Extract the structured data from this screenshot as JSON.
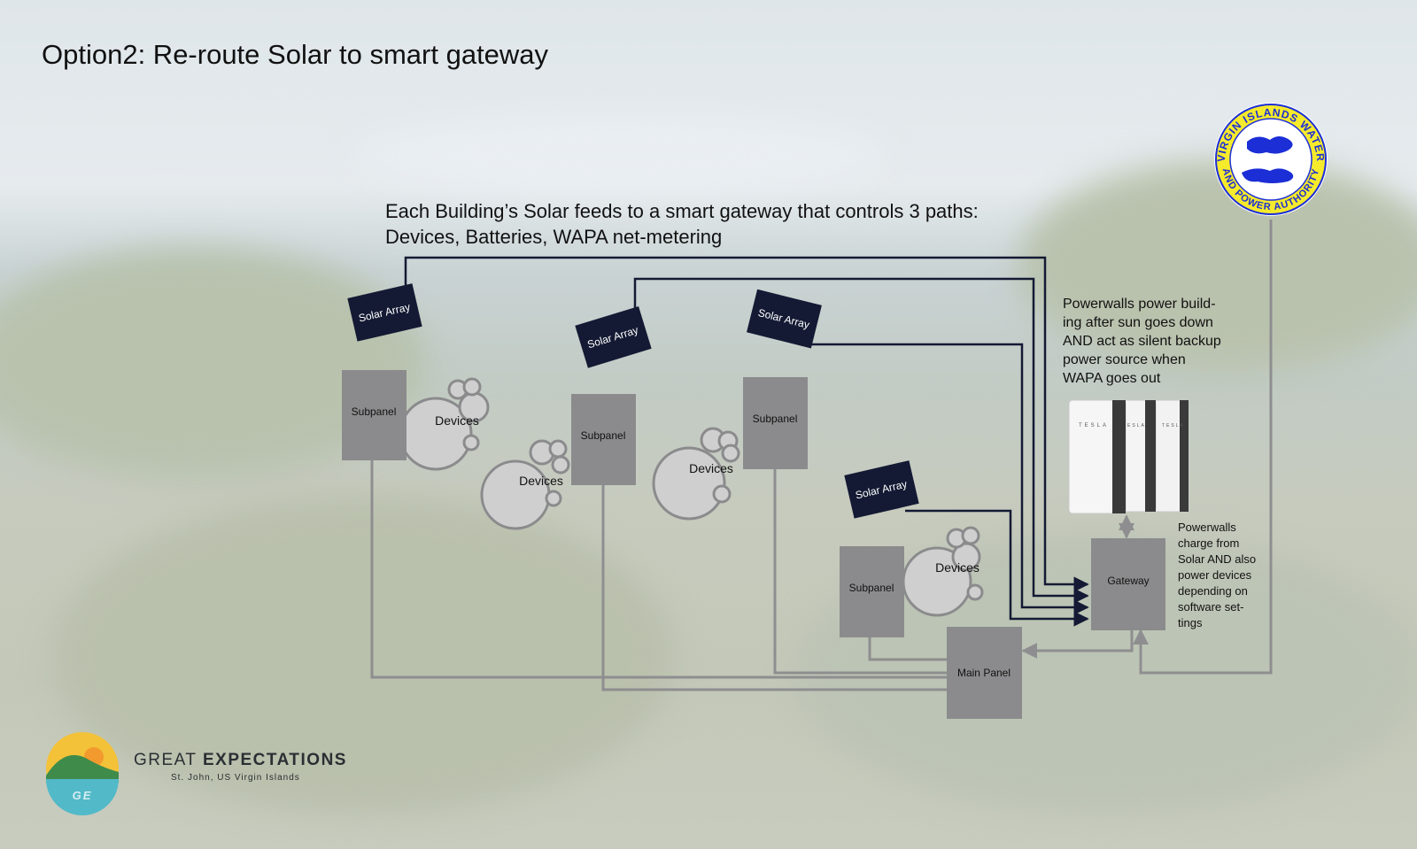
{
  "title": "Option2: Re-route Solar to smart gateway",
  "subtitle": {
    "line1": "Each Building’s Solar feeds to a smart gateway that controls 3 paths:",
    "line2": "Devices, Batteries, WAPA net-metering"
  },
  "notes": {
    "powerwalls_backup": [
      "Powerwalls power build-",
      "ing after sun goes down",
      "AND act as silent backup",
      "power source when",
      "WAPA goes out"
    ],
    "powerwalls_charge": [
      "Powerwalls",
      "charge from",
      "Solar AND also",
      "power devices",
      "depending on",
      "software set-",
      "tings"
    ]
  },
  "labels": {
    "solar_array": "Solar Array",
    "subpanel": "Subpanel",
    "devices": "Devices",
    "gateway": "Gateway",
    "main_panel": "Main Panel"
  },
  "battery_brand": "TESLA",
  "utility_logo": {
    "text_top": "VIRGIN ISLANDS WATER",
    "text_bottom": "AND POWER AUTHORITY"
  },
  "brand": {
    "name_light": "GREAT ",
    "name_bold": "EXPECTATIONS",
    "location": "St. John, US Virgin Islands",
    "monogram": "GE"
  },
  "colors": {
    "solar_panel": "#141a33",
    "panel_box": "#8b8b8d",
    "device_circle": "#cfcfd0",
    "device_outline": "#8b8b8d",
    "solar_wire": "#141a33",
    "grid_wire": "#8e8e90",
    "logo_yellow": "#f6ea2c",
    "logo_blue": "#1c2fd6"
  }
}
